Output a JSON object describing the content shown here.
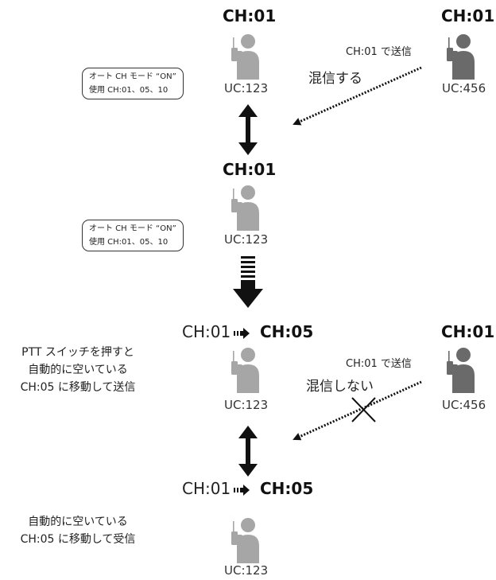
{
  "colors": {
    "person_light": "#a6a6a6",
    "person_dark": "#6a6a6a",
    "arrow": "#111111"
  },
  "scene1": {
    "own_channel": "CH:01",
    "own_code": "UC:123",
    "other_channel": "CH:01",
    "other_code": "UC:456",
    "other_tx": "CH:01 で送信",
    "interference": "混信する",
    "bubble_line1": "オート CH モード “ON”",
    "bubble_line2": "使用 CH:01、05、10"
  },
  "scene2": {
    "own_channel": "CH:01",
    "own_code": "UC:123",
    "bubble_line1": "オート CH モード “ON”",
    "bubble_line2": "使用 CH:01、05、10"
  },
  "scene3": {
    "from_channel": "CH:01",
    "to_channel": "CH:05",
    "own_code": "UC:123",
    "other_channel": "CH:01",
    "other_code": "UC:456",
    "other_tx": "CH:01 で送信",
    "no_interference": "混信しない",
    "side_line1": "PTT スイッチを押すと",
    "side_line2": "自動的に空いている",
    "side_line3": "CH:05 に移動して送信"
  },
  "scene4": {
    "from_channel": "CH:01",
    "to_channel": "CH:05",
    "own_code": "UC:123",
    "side_line1": "自動的に空いている",
    "side_line2": "CH:05 に移動して受信"
  }
}
